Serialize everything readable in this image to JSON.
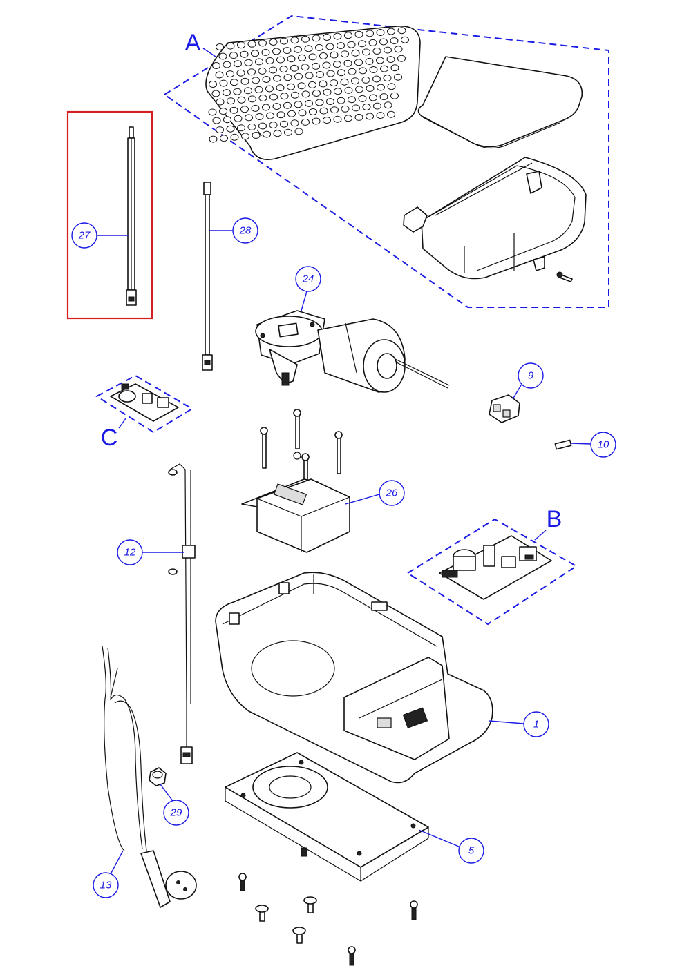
{
  "colors": {
    "callout": "#1a1ae6",
    "highlight_box": "#d42020",
    "line_art": "#111111"
  },
  "groups": [
    {
      "id": "A",
      "label": "A"
    },
    {
      "id": "B",
      "label": "B"
    },
    {
      "id": "C",
      "label": "C"
    }
  ],
  "callouts": [
    {
      "id": "c27",
      "label": "27",
      "highlighted": true
    },
    {
      "id": "c28",
      "label": "28"
    },
    {
      "id": "c24",
      "label": "24"
    },
    {
      "id": "c9",
      "label": "9"
    },
    {
      "id": "c10",
      "label": "10"
    },
    {
      "id": "c26",
      "label": "26"
    },
    {
      "id": "c12",
      "label": "12"
    },
    {
      "id": "c1",
      "label": "1"
    },
    {
      "id": "c29",
      "label": "29"
    },
    {
      "id": "c5",
      "label": "5"
    },
    {
      "id": "c13",
      "label": "13"
    }
  ]
}
